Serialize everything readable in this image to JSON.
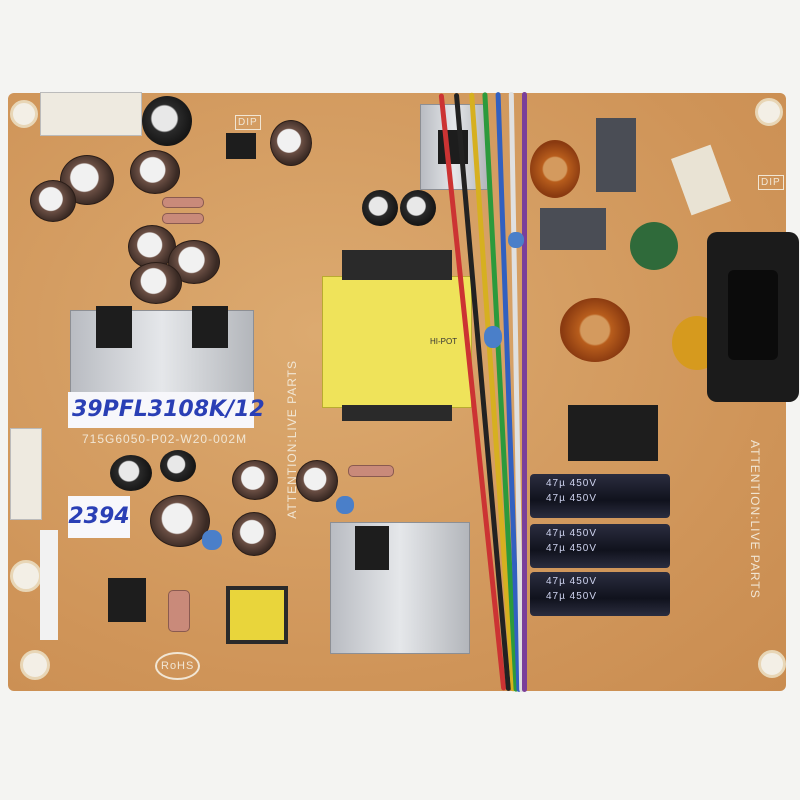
{
  "board": {
    "part_number": "715G6050-P02-W20-002M",
    "model_label": "39PFL3108K/12",
    "stock_label": "2394",
    "warning_left": "ATTENTION:LIVE PARTS",
    "warning_right": "ATTENTION:LIVE PARTS",
    "rohs": "RoHS",
    "dip_top": "DIP",
    "dip_right": "DIP",
    "capacitor_rating": "47µ 450V",
    "transformer_text": "HI-POT"
  },
  "colors": {
    "pcb": "#d49a5e",
    "transformer": "#efe35a",
    "capacitor_blue": "#4a7fc9"
  }
}
